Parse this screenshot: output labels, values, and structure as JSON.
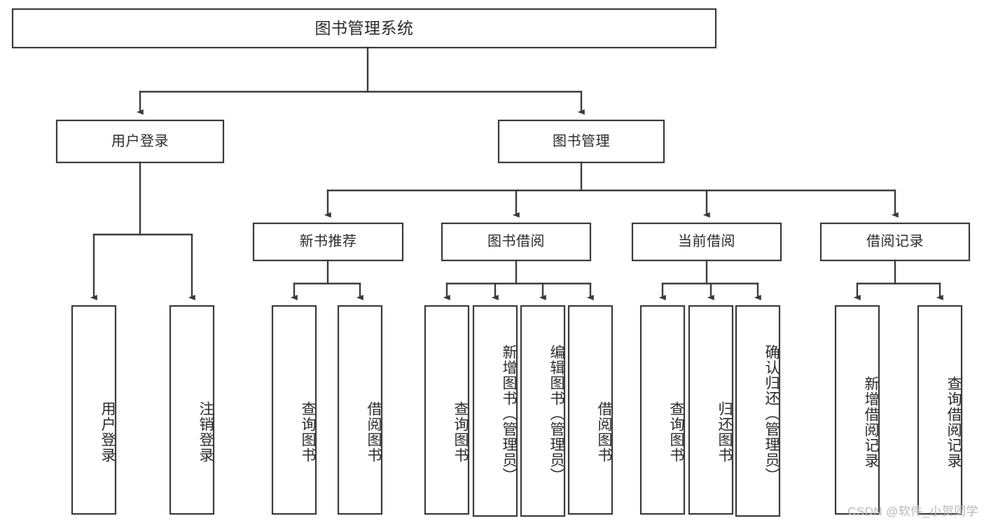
{
  "diagram": {
    "type": "tree",
    "title": "图书管理系统",
    "orientation": "top-down",
    "levels": 4,
    "colors": {
      "background": "#ffffff",
      "box_stroke": "#3b3b3b",
      "box_fill": "#ffffff",
      "edge": "#3b3b3b",
      "text": "#2b2b2b",
      "watermark": "#b9b9b9"
    }
  },
  "root": {
    "label": "图书管理系统"
  },
  "level2": [
    {
      "label": "用户登录"
    },
    {
      "label": "图书管理"
    }
  ],
  "level3": [
    {
      "label": "新书推荐"
    },
    {
      "label": "图书借阅"
    },
    {
      "label": "当前借阅"
    },
    {
      "label": "借阅记录"
    }
  ],
  "leaves": {
    "user_login": [
      {
        "label": "用户登录"
      },
      {
        "label": "注销登录"
      }
    ],
    "new_book": [
      {
        "label": "查询图书"
      },
      {
        "label": "借阅图书"
      }
    ],
    "book_borrow": [
      {
        "label": "查询图书"
      },
      {
        "label": "新增图书（管理员）"
      },
      {
        "label": "编辑图书（管理员）"
      },
      {
        "label": "借阅图书"
      }
    ],
    "current_borrow": [
      {
        "label": "查询图书"
      },
      {
        "label": "归还图书"
      },
      {
        "label": "确认归还（管理员）"
      }
    ],
    "borrow_record": [
      {
        "label": "新增借阅记录"
      },
      {
        "label": "查询借阅记录"
      }
    ]
  },
  "watermark": {
    "text": "CSDN @软件_小贺同学"
  }
}
